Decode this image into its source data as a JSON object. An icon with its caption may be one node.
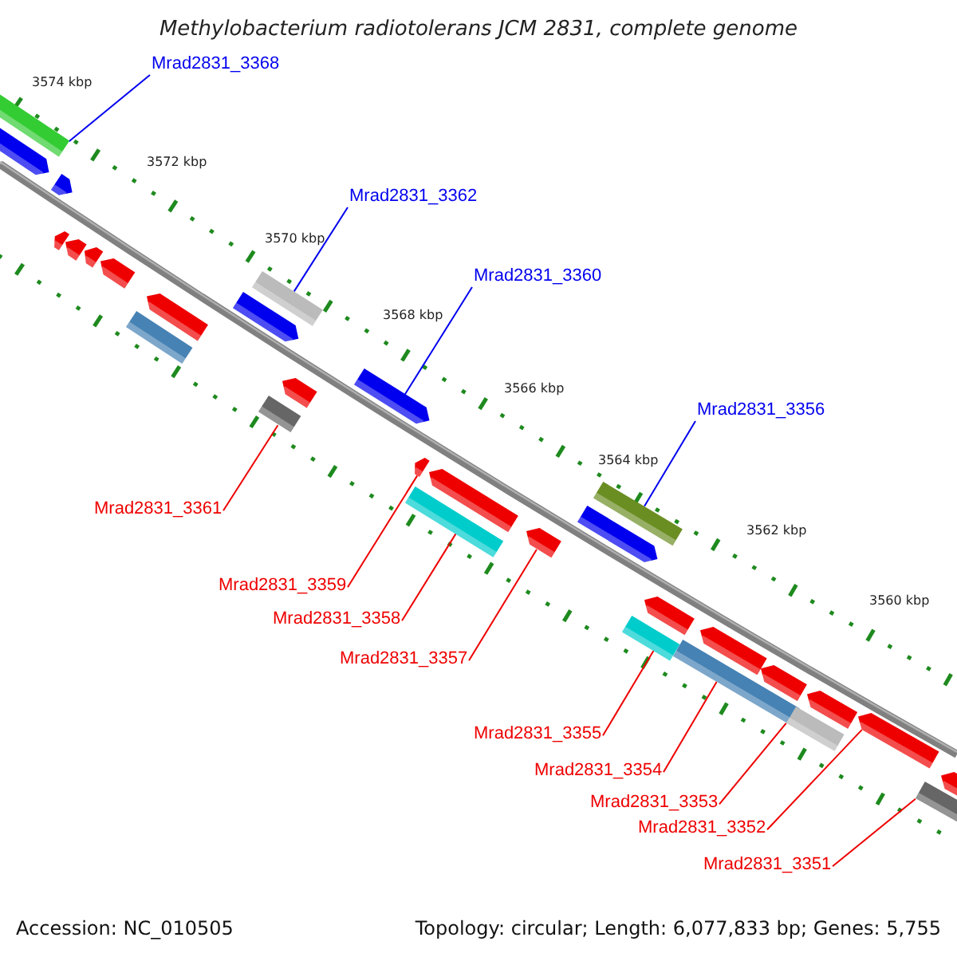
{
  "diagram": {
    "title": "Methylobacterium radiotolerans JCM 2831, complete genome",
    "nodes": [
      {
        "text": [
          "Mrad2831_3368"
        ]
      },
      {
        "text": [
          "Mrad2831_3362"
        ]
      },
      {
        "text": [
          "Mrad2831_3360"
        ]
      },
      {
        "text": [
          "Mrad2831_3356"
        ]
      },
      {
        "text": [
          "Mrad2831_3361"
        ]
      },
      {
        "text": [
          "Mrad2831_3359"
        ]
      },
      {
        "text": [
          "Mrad2831_3358"
        ]
      },
      {
        "text": [
          "Mrad2831_3357"
        ]
      },
      {
        "text": [
          "Mrad2831_3355"
        ]
      },
      {
        "text": [
          "Mrad2831_3354"
        ]
      },
      {
        "text": [
          "Mrad2831_3353"
        ]
      },
      {
        "text": [
          "Mrad2831_3352"
        ]
      },
      {
        "text": [
          "Mrad2831_3351"
        ]
      },
      {
        "text": [],
        "shape": "bar"
      },
      {
        "text": [],
        "shape": "bar"
      },
      {
        "text": [],
        "shape": "bar"
      },
      {
        "text": [],
        "shape": "bar"
      },
      {
        "text": [],
        "shape": "bar"
      },
      {
        "text": [],
        "shape": "bar"
      },
      {
        "text": [],
        "shape": "bar"
      },
      {
        "text": [],
        "shape": "bar"
      },
      {
        "text": [],
        "shape": "bar"
      },
      {
        "text": [],
        "shape": "bar"
      },
      {
        "text": [],
        "shape": "bar"
      },
      {
        "text": [],
        "shape": "bar"
      },
      {
        "text": [],
        "shape": "bar"
      },
      {
        "text": [],
        "shape": "bar"
      },
      {
        "text": [],
        "shape": "bar"
      },
      {
        "text": [],
        "shape": "bar"
      },
      {
        "text": [],
        "shape": "bar"
      },
      {
        "text": [],
        "shape": "bar"
      },
      {
        "text": [],
        "shape": "bar"
      },
      {
        "text": [],
        "shape": "bar"
      },
      {
        "text": [],
        "shape": "bar"
      },
      {
        "text": [],
        "shape": "bar"
      },
      {
        "text": [],
        "shape": "bar"
      },
      {
        "text": [],
        "shape": "bar"
      },
      {
        "text": [],
        "shape": "bar"
      },
      {
        "text": [],
        "shape": "bar"
      },
      {
        "text": [],
        "shape": "bar"
      },
      {
        "text": [],
        "shape": "bar"
      },
      {
        "text": [],
        "shape": "bar"
      },
      {
        "text": [],
        "shape": "bar"
      }
    ],
    "edges": [
      {
        "from": 0,
        "to": 13,
        "arrow": "none",
        "color": "#0000ee"
      },
      {
        "from": 1,
        "to": 15,
        "arrow": "none",
        "color": "#0000ee"
      },
      {
        "from": 2,
        "to": 16,
        "arrow": "none",
        "color": "#0000ee"
      },
      {
        "from": 3,
        "to": 20,
        "arrow": "none",
        "color": "#0000ee"
      },
      {
        "from": 4,
        "to": 14,
        "arrow": "none"
      },
      {
        "from": 5,
        "to": 17,
        "arrow": "none"
      },
      {
        "from": 6,
        "to": 18,
        "arrow": "none"
      },
      {
        "from": 7,
        "to": 19,
        "arrow": "none"
      },
      {
        "from": 8,
        "to": 21,
        "arrow": "none"
      },
      {
        "from": 9,
        "to": 22,
        "arrow": "none"
      },
      {
        "from": 10,
        "to": 23,
        "arrow": "none"
      },
      {
        "from": 11,
        "to": 24,
        "arrow": "none"
      },
      {
        "from": 12,
        "to": 25,
        "arrow": "none"
      }
    ],
    "labels": [
      "3574 kbp",
      "3572 kbp",
      "3570 kbp",
      "3568 kbp",
      "3566 kbp",
      "3564 kbp",
      "3562 kbp",
      "3560 kbp",
      "Accession: NC_010505",
      "Topology: circular; Length: 6,077,833 bp; Genes: 5,755"
    ]
  }
}
